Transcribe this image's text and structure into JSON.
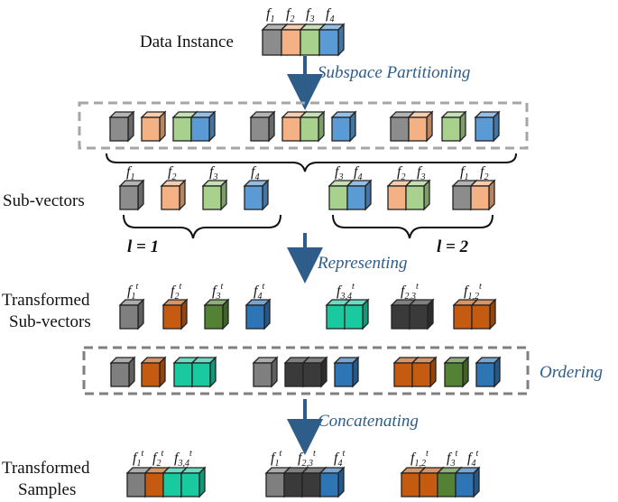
{
  "labels": {
    "data_instance": "Data Instance",
    "sub_vectors": "Sub-vectors",
    "transformed_sub_1": "Transformed",
    "transformed_sub_2": "Sub-vectors",
    "transformed_samples_1": "Transformed",
    "transformed_samples_2": "Samples"
  },
  "steps": {
    "partitioning": "Subspace Partitioning",
    "representing": "Representing",
    "ordering": "Ordering",
    "concatenating": "Concatenating"
  },
  "levels": {
    "l1": "l = 1",
    "l2": "l = 2"
  },
  "colors": {
    "gray": "#8c8c8c",
    "orange": "#f4b183",
    "green": "#a9d18e",
    "blue": "#5b9bd5",
    "t_gray": "#7f7f7f",
    "t_orange": "#c55a11",
    "t_green": "#548235",
    "t_blue": "#2e75b6",
    "t_teal": "#19c9a0",
    "t_dark": "#3a3a3a",
    "arrow": "#2e5d8a"
  },
  "features": {
    "instance": [
      "f1",
      "f2",
      "f3",
      "f4"
    ],
    "subvectors": [
      "f1",
      "f2",
      "f3",
      "f4",
      "f3 f4",
      "f2 f3",
      "f1 f2"
    ],
    "transformed": [
      "f1t",
      "f2t",
      "f3t",
      "f4t",
      "f3,4t",
      "f2,3t",
      "f1,2t"
    ],
    "samples": [
      "f1t f2t f3,4t",
      "f1t f2,3t f4t",
      "f1,2t f3t f4t"
    ]
  }
}
